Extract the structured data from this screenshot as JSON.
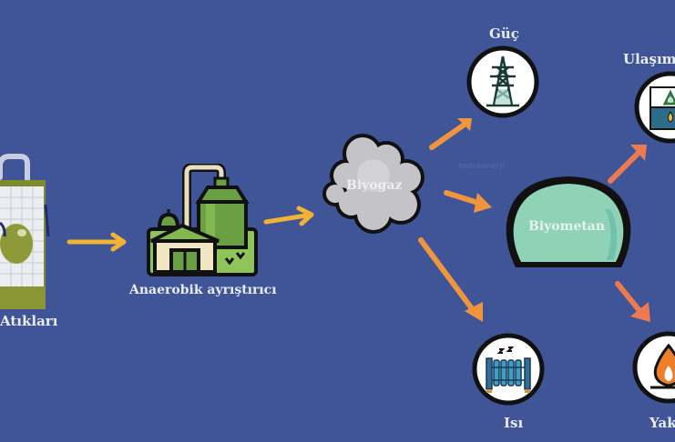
{
  "diagram": {
    "title": "Biyogaz üretim süreci",
    "background_color": "#3f5597",
    "nodes": [
      {
        "id": "waste",
        "label": "Atıkları",
        "icon": "juice-carton-icon"
      },
      {
        "id": "digester",
        "label": "Anaerobik ayrıştırıcı",
        "icon": "biogas-plant-icon"
      },
      {
        "id": "biogas",
        "label": "Biyogaz",
        "icon": "cloud-icon"
      },
      {
        "id": "power",
        "label": "Güç",
        "icon": "power-tower-icon"
      },
      {
        "id": "heat",
        "label": "Isı",
        "icon": "radiator-icon"
      },
      {
        "id": "biomethane",
        "label": "Biyometan",
        "icon": "dome-icon"
      },
      {
        "id": "transport",
        "label": "Ulaşım",
        "icon": "recycle-fuel-icon"
      },
      {
        "id": "fuel",
        "label": "Yakıt",
        "icon": "flame-icon"
      }
    ],
    "edges": [
      {
        "from": "waste",
        "to": "digester",
        "color": "#f2b233"
      },
      {
        "from": "digester",
        "to": "biogas",
        "color": "#f2b233"
      },
      {
        "from": "biogas",
        "to": "power",
        "color": "#f0953e"
      },
      {
        "from": "biogas",
        "to": "biomethane",
        "color": "#f0953e"
      },
      {
        "from": "biogas",
        "to": "heat",
        "color": "#f0953e"
      },
      {
        "from": "biomethane",
        "to": "transport",
        "color": "#ec7a50"
      },
      {
        "from": "biomethane",
        "to": "fuel",
        "color": "#ec7a50"
      }
    ],
    "watermark": "eseraenerji"
  }
}
